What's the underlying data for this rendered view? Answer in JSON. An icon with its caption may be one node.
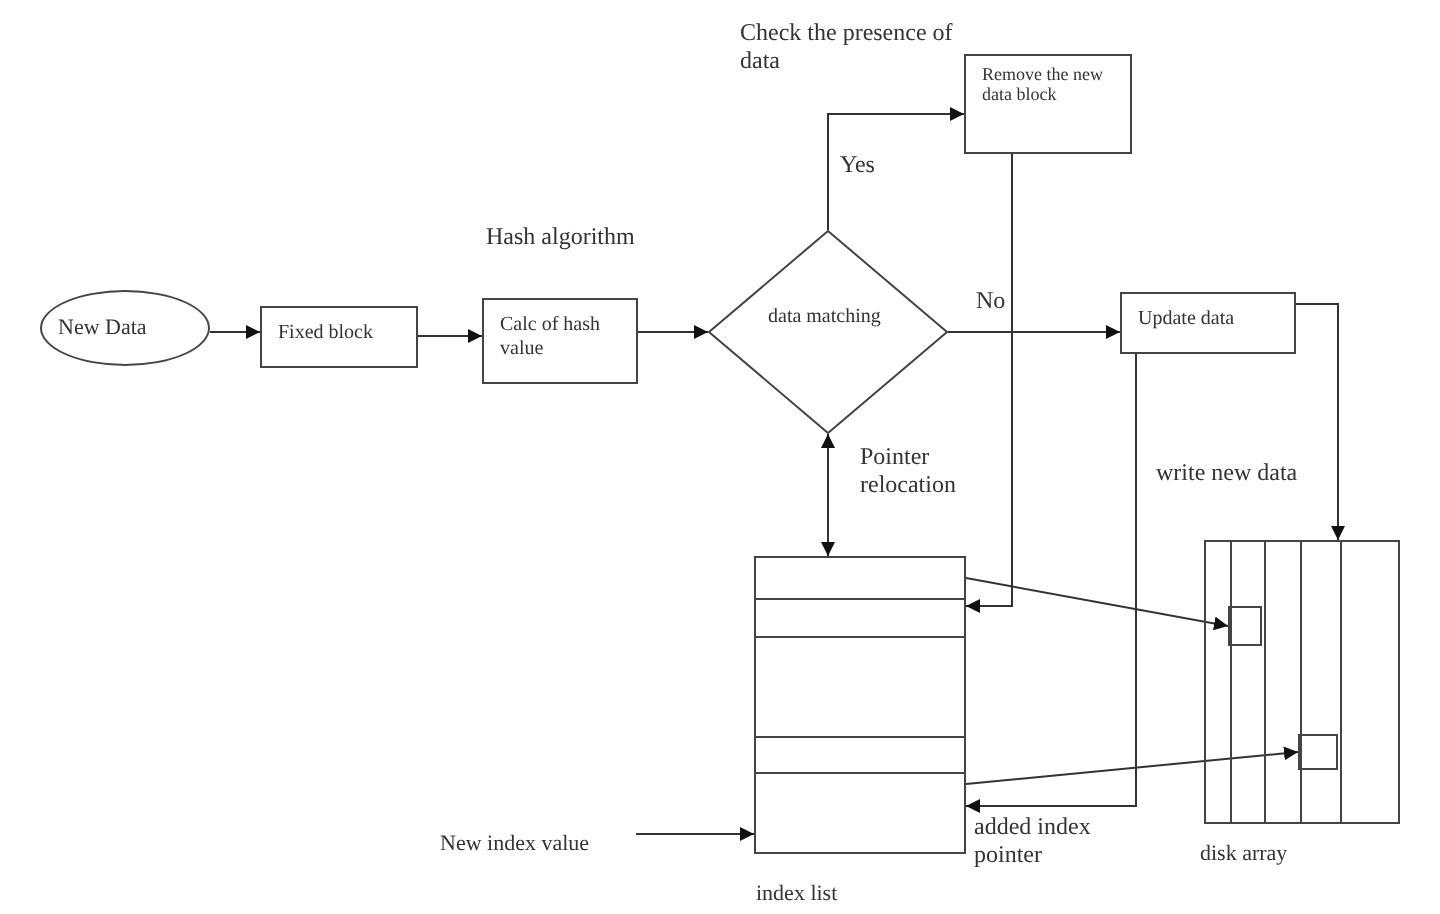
{
  "diagram": {
    "nodes": [
      {
        "text": [
          "New Data"
        ]
      },
      {
        "text": [
          "Fixed block"
        ]
      },
      {
        "text": [
          "Calc of hash value"
        ]
      },
      {
        "text": [
          "data matching"
        ]
      },
      {
        "text": [
          "Remove the new data block"
        ]
      },
      {
        "text": [
          "Update data"
        ]
      },
      {
        "text": [],
        "shape": "box",
        "beside": [
          "index list"
        ]
      },
      {
        "text": [],
        "shape": "box",
        "beside": [
          "disk array"
        ]
      },
      {
        "text": [],
        "shape": "box",
        "in": 7
      },
      {
        "text": [],
        "shape": "box",
        "in": 7
      },
      {
        "text": [
          "New index value"
        ]
      }
    ],
    "edges": [
      {
        "from": 0,
        "to": 1,
        "arrow": "to"
      },
      {
        "from": 1,
        "to": 2,
        "arrow": "to"
      },
      {
        "from": 2,
        "to": 3,
        "arrow": "to"
      },
      {
        "from": 3,
        "to": 4,
        "arrow": "to",
        "label": "Yes"
      },
      {
        "from": 3,
        "to": 5,
        "arrow": "to",
        "label": "No"
      },
      {
        "from": 3,
        "to": 6,
        "arrow": "both"
      },
      {
        "from": 4,
        "to": 6,
        "arrow": "to",
        "label": "Pointer relocation"
      },
      {
        "from": 5,
        "to": 6,
        "arrow": "to",
        "label": "added index pointer"
      },
      {
        "from": 5,
        "to": 7,
        "arrow": "to",
        "label": "write new data"
      },
      {
        "from": 6,
        "to": 8,
        "arrow": "to"
      },
      {
        "from": 6,
        "to": 9,
        "arrow": "to"
      },
      {
        "from": 10,
        "to": 6,
        "arrow": "to"
      }
    ],
    "labels": [
      "Check the presence of data",
      "Hash algorithm"
    ]
  }
}
